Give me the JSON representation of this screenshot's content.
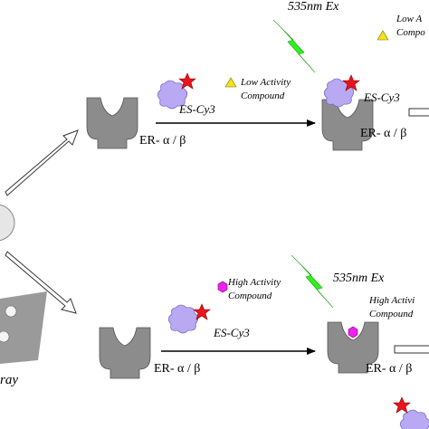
{
  "top": {
    "excitation_label": "535nm Ex",
    "left_compound_line1": "Low Activity",
    "left_compound_line2": "Compound",
    "left_tracer_label": "ES-Cy3",
    "left_receptor_label": "ER- α / β",
    "right_tracer_label": "ES-Cy3",
    "right_receptor_label": "ER- α / β",
    "right_compound_line1": "Low A",
    "right_compound_line2": "Compo"
  },
  "bottom": {
    "excitation_label": "535nm Ex",
    "left_compound_line1": "High Activity",
    "left_compound_line2": "Compound",
    "left_tracer_label": "ES-Cy3",
    "left_receptor_label": "ER- α / β",
    "right_receptor_label": "ER- α / β",
    "right_compound_line1": "High Activi",
    "right_compound_line2": "Compound"
  },
  "array_label": "ray",
  "colors": {
    "receptor": "#8c8c8c",
    "tracer_blob": "#b9a8f2",
    "star": "#e8141b",
    "lightning": "#2ef21b",
    "low_compound": "#f2e21a",
    "high_compound": "#ee22ee"
  }
}
